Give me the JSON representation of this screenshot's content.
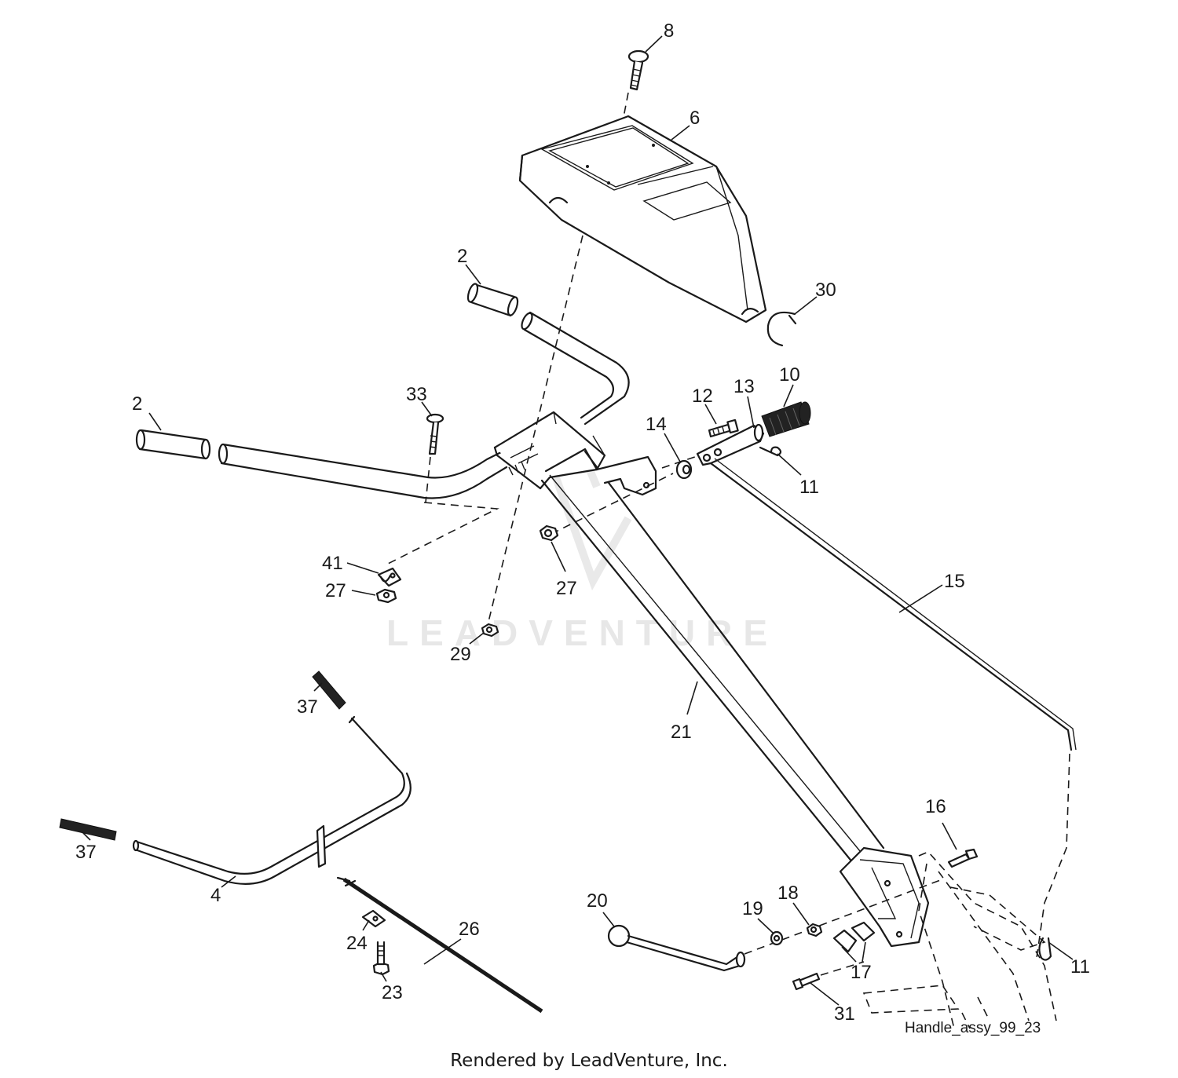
{
  "diagram": {
    "watermark": "LEADVENTURE",
    "diagram_id": "Handle_assy_99_23",
    "credit": "Rendered by LeadVenture, Inc.",
    "callouts": [
      {
        "id": "label-8",
        "text": "8"
      },
      {
        "id": "label-6",
        "text": "6"
      },
      {
        "id": "label-2-top",
        "text": "2"
      },
      {
        "id": "label-30",
        "text": "30"
      },
      {
        "id": "label-2-left",
        "text": "2"
      },
      {
        "id": "label-33",
        "text": "33"
      },
      {
        "id": "label-12",
        "text": "12"
      },
      {
        "id": "label-13",
        "text": "13"
      },
      {
        "id": "label-10",
        "text": "10"
      },
      {
        "id": "label-14",
        "text": "14"
      },
      {
        "id": "label-11-top",
        "text": "11"
      },
      {
        "id": "label-41",
        "text": "41"
      },
      {
        "id": "label-27-left",
        "text": "27"
      },
      {
        "id": "label-27-mid",
        "text": "27"
      },
      {
        "id": "label-15",
        "text": "15"
      },
      {
        "id": "label-29",
        "text": "29"
      },
      {
        "id": "label-37-top",
        "text": "37"
      },
      {
        "id": "label-21",
        "text": "21"
      },
      {
        "id": "label-37-left",
        "text": "37"
      },
      {
        "id": "label-16",
        "text": "16"
      },
      {
        "id": "label-4",
        "text": "4"
      },
      {
        "id": "label-20",
        "text": "20"
      },
      {
        "id": "label-18",
        "text": "18"
      },
      {
        "id": "label-19",
        "text": "19"
      },
      {
        "id": "label-26",
        "text": "26"
      },
      {
        "id": "label-24",
        "text": "24"
      },
      {
        "id": "label-17",
        "text": "17"
      },
      {
        "id": "label-11-bottom",
        "text": "11"
      },
      {
        "id": "label-23",
        "text": "23"
      },
      {
        "id": "label-31",
        "text": "31"
      }
    ]
  }
}
